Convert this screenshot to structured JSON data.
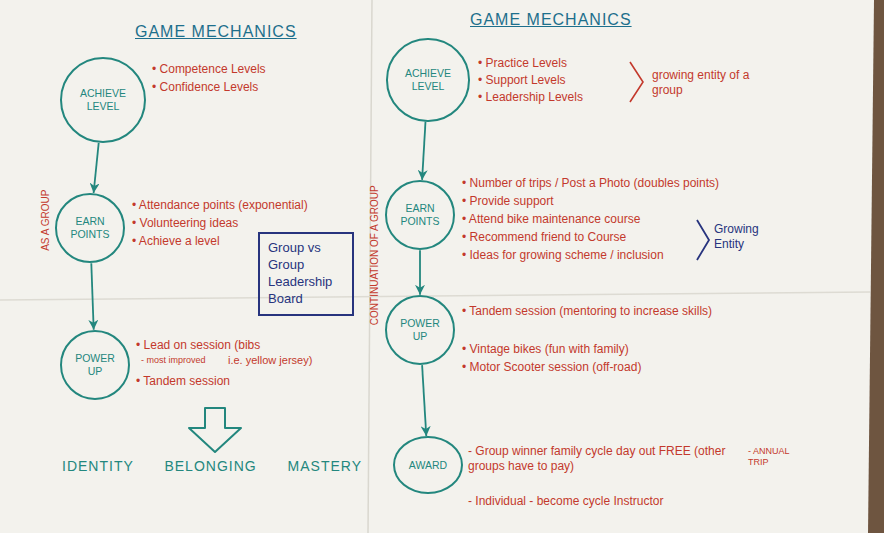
{
  "diagram": {
    "nodes": [
      {
        "text": [
          "ACHIEVE LEVEL"
        ]
      },
      {
        "text": [
          "EARN POINTS"
        ]
      },
      {
        "text": [
          "POWER UP"
        ]
      },
      {
        "text": [
          "Group vs Group Leadership Board"
        ]
      },
      {
        "text": [
          "ACHIEVE LEVEL"
        ]
      },
      {
        "text": [
          "EARN POINTS"
        ]
      },
      {
        "text": [
          "POWER UP"
        ]
      },
      {
        "text": [
          "AWARD"
        ]
      }
    ],
    "edges": [
      {
        "from": 0,
        "to": 1,
        "arrow": "to"
      },
      {
        "from": 1,
        "to": 2,
        "arrow": "to"
      },
      {
        "from": 4,
        "to": 5,
        "arrow": "to"
      },
      {
        "from": 5,
        "to": 6,
        "arrow": "to"
      },
      {
        "from": 6,
        "to": 7,
        "arrow": "to"
      }
    ],
    "labels": [
      "GAME MECHANICS",
      "AS A GROUP",
      "• Competence Levels",
      "• Confidence Levels",
      "• Attendance points (exponential)",
      "• Volunteering ideas",
      "• Achieve a level",
      "• Lead on session (bibs",
      "- most improved",
      "i.e. yellow jersey)",
      "• Tandem session",
      "IDENTITY BELONGING MASTERY",
      "GAME MECHANICS",
      "CONTINUATION OF A GROUP",
      "• Practice Levels",
      "• Support Levels",
      "• Leadership Levels",
      "growing entity of a group",
      "• Number of trips / Post a Photo (doubles points)",
      "• Provide support",
      "• Attend bike maintenance course",
      "• Recommend friend to Course",
      "• Ideas for growing scheme / inclusion",
      "Growing Entity",
      "• Tandem session (mentoring to increase skills)",
      "• Vintage bikes (fun with family)",
      "• Motor Scooter session (off-road)",
      "- Group winner family cycle day out FREE (other groups have to pay)",
      "- ANNUAL TRIP",
      "- Individual - become cycle Instructor"
    ]
  }
}
